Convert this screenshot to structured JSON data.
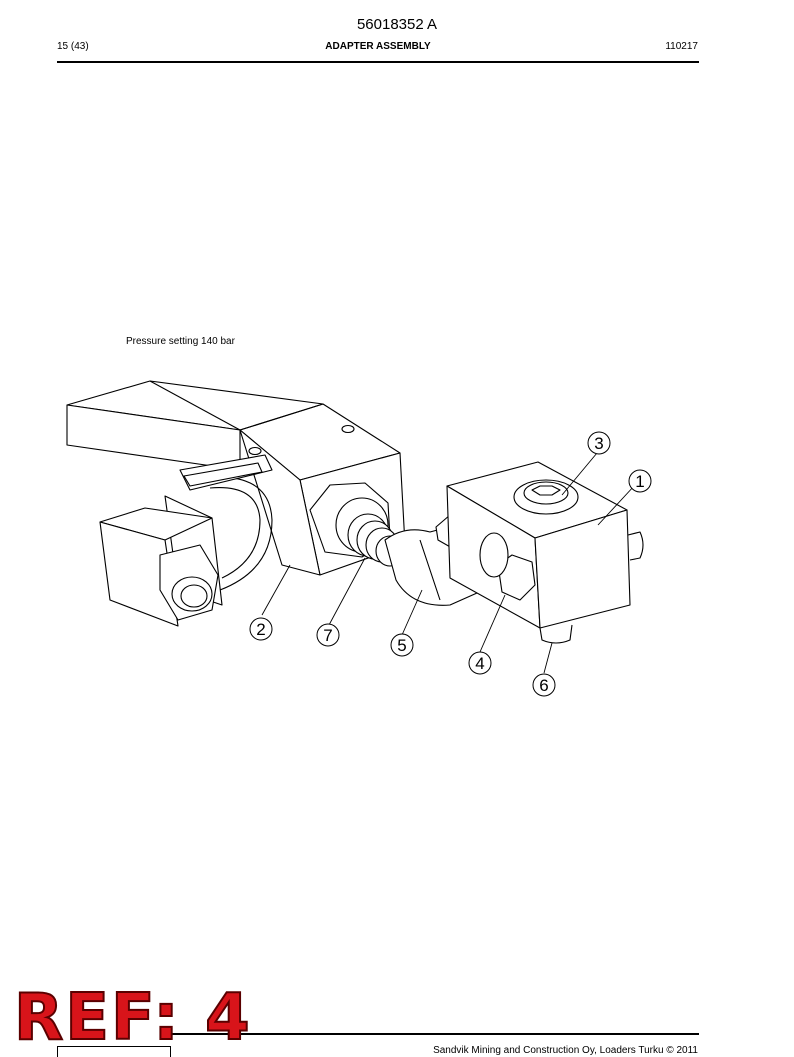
{
  "header": {
    "doc_number": "56018352 A",
    "page": "15 (43)",
    "title": "ADAPTER ASSEMBLY",
    "code": "110217"
  },
  "drawing": {
    "note": "Pressure setting 140 bar",
    "callouts": [
      "1",
      "2",
      "3",
      "4",
      "5",
      "6",
      "7"
    ]
  },
  "footer": {
    "company": "Sandvik Mining and Construction Oy, Loaders Turku © 2011"
  },
  "stamp": {
    "text": "REF: 4",
    "color": "#d8141a"
  }
}
